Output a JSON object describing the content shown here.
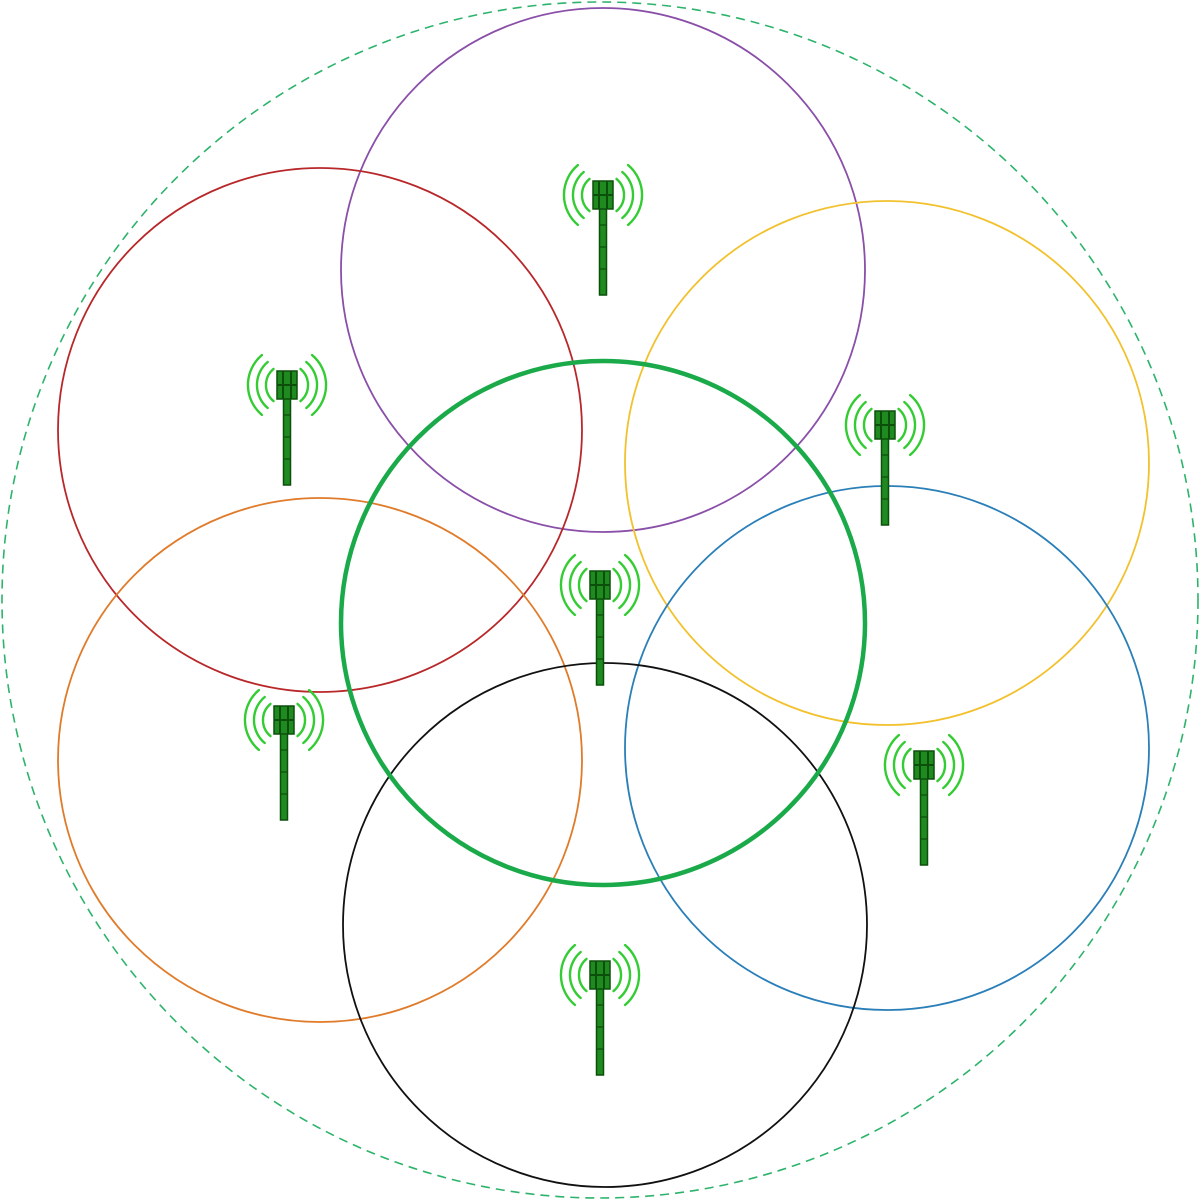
{
  "diagram": {
    "coverage_boundary": {
      "color": "#2db36b",
      "style": "dashed"
    },
    "cells": [
      {
        "id": "center",
        "color": "#1aaa4a",
        "emphasis": "bold"
      },
      {
        "id": "top",
        "color": "#8a4fa8"
      },
      {
        "id": "upper-left",
        "color": "#b8282a"
      },
      {
        "id": "upper-right",
        "color": "#f2c12e"
      },
      {
        "id": "lower-left",
        "color": "#e07b2a"
      },
      {
        "id": "lower-right",
        "color": "#2a7fb8"
      },
      {
        "id": "bottom",
        "color": "#111111"
      }
    ],
    "towers": [
      {
        "id": "top"
      },
      {
        "id": "upper-left"
      },
      {
        "id": "upper-right"
      },
      {
        "id": "center"
      },
      {
        "id": "lower-left"
      },
      {
        "id": "lower-right"
      },
      {
        "id": "bottom"
      }
    ],
    "icons": {
      "tower": "cell-tower-icon",
      "signal": "signal-waves-icon"
    }
  }
}
